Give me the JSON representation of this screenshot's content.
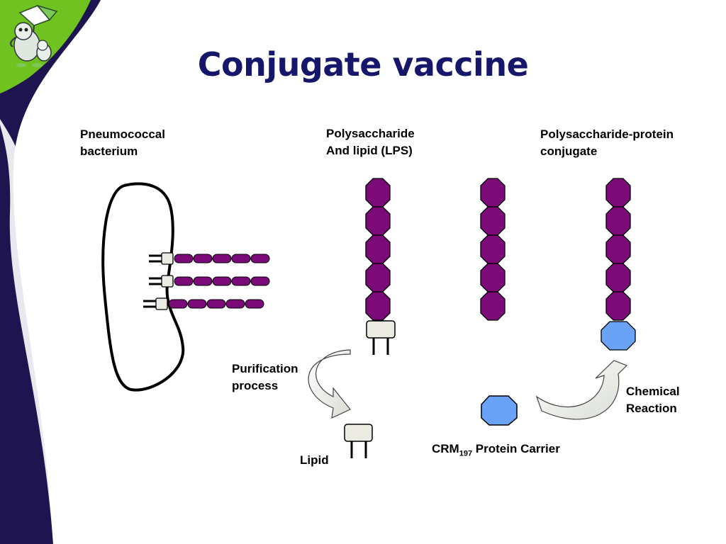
{
  "slide": {
    "title": "Conjugate vaccine"
  },
  "labels": {
    "bacterium": [
      "Pneumococcal",
      "bacterium"
    ],
    "lps": [
      "Polysaccharide",
      "And lipid (LPS)"
    ],
    "conjugate": [
      "Polysaccharide-protein",
      "conjugate"
    ],
    "purification": [
      "Purification",
      "process"
    ],
    "lipid": "Lipid",
    "crm_prefix": "CRM",
    "crm_subscript": "197",
    "crm_suffix": " Protein Carrier",
    "chemical": [
      "Chemical",
      "Reaction"
    ]
  },
  "colors": {
    "title": "#16166b",
    "sidebar_navy": "#1e1450",
    "sidebar_green": "#6fc21f",
    "polysaccharide": "#7a0a78",
    "protein": "#6aa2f5",
    "lipid": "#ebebe4",
    "arrow": "#e9ece6"
  },
  "icons": {
    "logo": "cartoon-mascot-logo",
    "purification_arrow": "curved-arrow-down",
    "reaction_arrow": "curved-arrow-up"
  }
}
